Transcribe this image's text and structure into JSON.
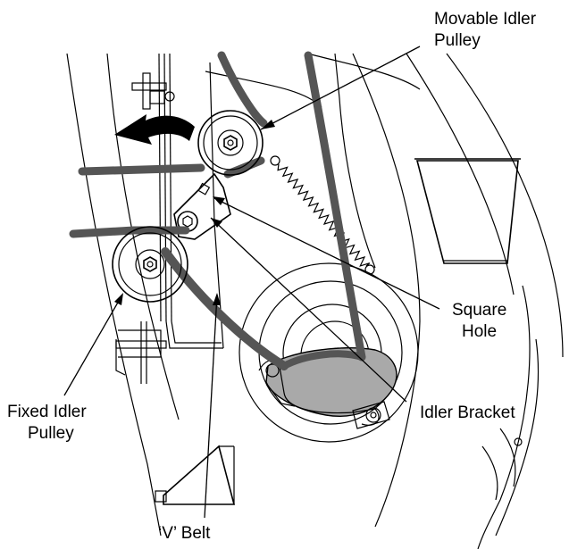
{
  "labels": {
    "movable_idler_line1": "Movable Idler",
    "movable_idler_line2": "Pulley",
    "square_hole_line1": "Square",
    "square_hole_line2": "Hole",
    "idler_bracket": "Idler Bracket",
    "fixed_idler_line1": "Fixed Idler",
    "fixed_idler_line2": "Pulley",
    "v_belt": "‘V’ Belt"
  },
  "colors": {
    "belt": "#555555",
    "sheave_fill": "#a9a9a9",
    "arrow": "#000000"
  }
}
